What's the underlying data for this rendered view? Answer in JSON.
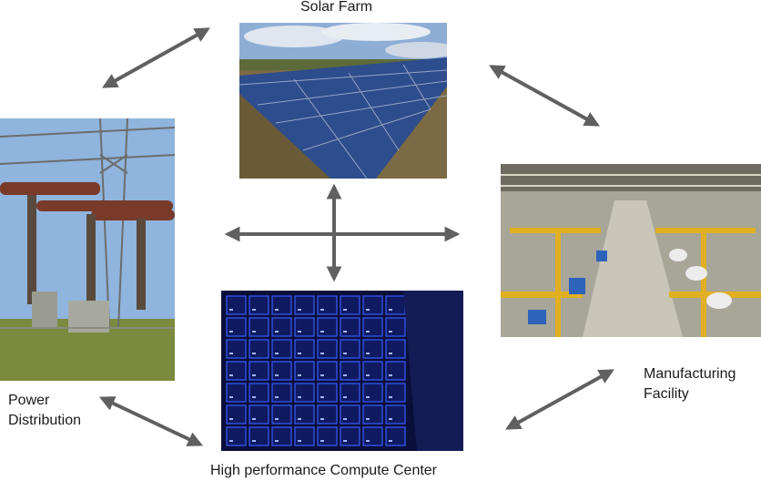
{
  "nodes": {
    "solar": {
      "label": "Solar Farm"
    },
    "power": {
      "label_line1": "Power",
      "label_line2": "Distribution"
    },
    "manufacturing": {
      "label_line1": "Manufacturing",
      "label_line2": "Facility"
    },
    "compute": {
      "label": "High performance Compute Center"
    }
  },
  "colors": {
    "arrow": "#606060",
    "sky": "#7fa3cf",
    "panel": "#2f4f8f",
    "grass": "#7a6a3c",
    "server_glow": "#3a5cff",
    "factory": "#9c9c8f",
    "factory_accent": "#e0b020"
  }
}
